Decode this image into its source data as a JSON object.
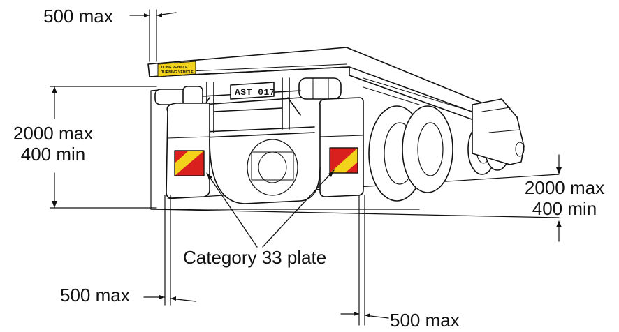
{
  "labels": {
    "top_left_width": "500 max",
    "left_height_max": "2000 max",
    "left_height_min": "400 min",
    "right_height_max": "2000 max",
    "right_height_min": "400 min",
    "plate_callout": "Category 33 plate",
    "bottom_left_width": "500 max",
    "bottom_right_width": "500 max"
  },
  "vehicle": {
    "number_plate": "AST 017",
    "rear_sign_line1": "LONG VEHICLE",
    "rear_sign_line2": "TURNING VEHICLE"
  },
  "colors": {
    "line": "#111111",
    "reflector_red": "#d9201f",
    "reflector_yellow": "#f2d21b",
    "plate_bg": "#ffffff"
  }
}
